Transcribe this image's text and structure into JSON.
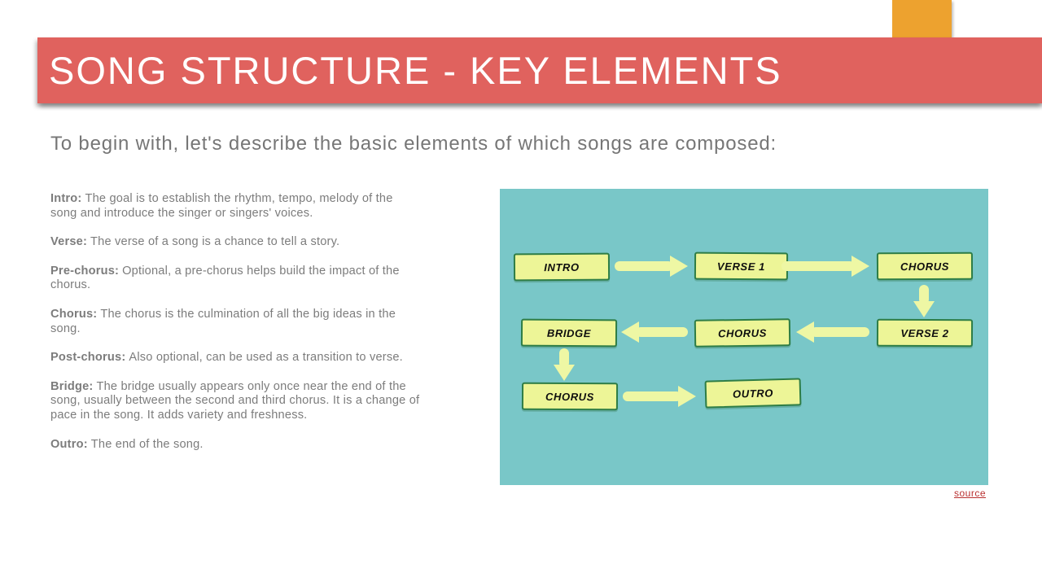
{
  "slide": {
    "title": "SONG STRUCTURE - KEY ELEMENTS",
    "subtitle": "To begin with, let's describe the basic elements of which songs are composed:",
    "source_link": "source"
  },
  "colors": {
    "title_bar": "#e0625e",
    "accent_rect": "#eda22f",
    "subtitle_text": "#767676",
    "body_text": "#7c7c7c",
    "diagram_background": "#79c7c8",
    "node_fill": "#edf597",
    "node_border": "#2e7d46",
    "arrow": "#eef7a4",
    "source_link": "#b93030"
  },
  "definitions": [
    {
      "term": "Intro:",
      "text": "The goal is to establish the rhythm, tempo, melody of the song and introduce the singer or singers' voices."
    },
    {
      "term": "Verse:",
      "text": "The verse of a song is a chance to tell a story."
    },
    {
      "term": "Pre-chorus:",
      "text": "Optional, a pre-chorus helps build the impact of the chorus."
    },
    {
      "term": "Chorus:",
      "text": "The chorus is the culmination of all the big ideas in the song."
    },
    {
      "term": "Post-chorus:",
      "text": "Also optional, can be used as a transition to verse."
    },
    {
      "term": "Bridge:",
      "text": "The bridge usually appears only once near the end of the song, usually between the second and third chorus. It is a change of pace in the song. It adds variety and freshness."
    },
    {
      "term": "Outro:",
      "text": "The end of the song."
    }
  ],
  "diagram": {
    "nodes": [
      {
        "label": "INTRO"
      },
      {
        "label": "VERSE 1"
      },
      {
        "label": "CHORUS"
      },
      {
        "label": "BRIDGE"
      },
      {
        "label": "CHORUS"
      },
      {
        "label": "VERSE 2"
      },
      {
        "label": "CHORUS"
      },
      {
        "label": "OUTRO"
      }
    ],
    "edges": [
      {
        "from": "INTRO",
        "to": "VERSE 1"
      },
      {
        "from": "VERSE 1",
        "to": "CHORUS"
      },
      {
        "from": "CHORUS",
        "to": "VERSE 2"
      },
      {
        "from": "VERSE 2",
        "to": "CHORUS"
      },
      {
        "from": "CHORUS",
        "to": "BRIDGE"
      },
      {
        "from": "BRIDGE",
        "to": "CHORUS"
      },
      {
        "from": "CHORUS",
        "to": "OUTRO"
      }
    ]
  }
}
